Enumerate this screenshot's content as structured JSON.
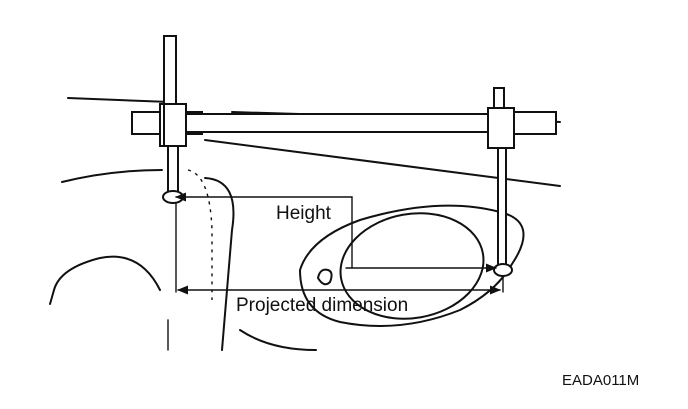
{
  "diagram": {
    "labels": {
      "height": "Height",
      "projected_dimension": "Projected dimension",
      "figure_code": "EADA011M"
    }
  }
}
